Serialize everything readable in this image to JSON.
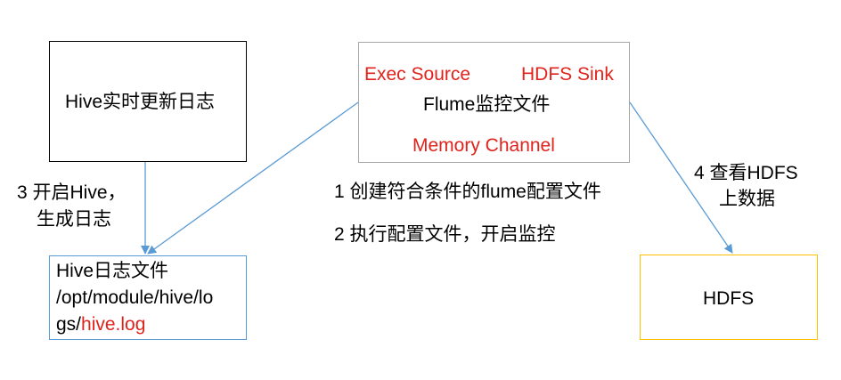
{
  "colors": {
    "black_border": "#000000",
    "gray_border": "#a6a6a6",
    "blue_border": "#5b9bd5",
    "gold_border": "#ffc000",
    "arrow": "#5b9bd5",
    "red_text": "#e0231c"
  },
  "nodes": {
    "hive_log_update": {
      "label": "Hive实时更新日志"
    },
    "flume": {
      "exec_source": "Exec Source",
      "hdfs_sink": "HDFS Sink",
      "label": "Flume监控文件",
      "memory_channel": "Memory Channel"
    },
    "hive_log_file": {
      "line1": "Hive日志文件",
      "line2": "/opt/module/hive/lo",
      "line3_prefix": "gs/",
      "line3_file": "hive.log"
    },
    "hdfs": {
      "label": "HDFS"
    }
  },
  "annotations": {
    "step3_line1": "3 开启Hive，",
    "step3_line2": "生成日志",
    "step1": "1 创建符合条件的flume配置文件",
    "step2": "2 执行配置文件，开启监控",
    "step4_line1": "4 查看HDFS",
    "step4_line2": "上数据"
  }
}
